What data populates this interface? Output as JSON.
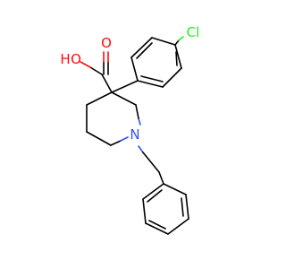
{
  "molecule": {
    "atoms": {
      "hydroxyl_h": "H",
      "hydroxyl_o": "O",
      "carbonyl_o": "O",
      "ring_n": "N",
      "chlorine": "Cl"
    },
    "colors": {
      "bond": "#000000",
      "oxygen": "#ff0d0d",
      "nitrogen": "#3050f8",
      "chlorine": "#1ff01f",
      "background": "#ffffff"
    }
  }
}
